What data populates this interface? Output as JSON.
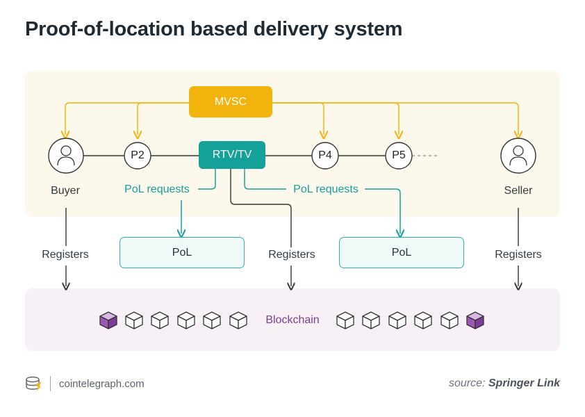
{
  "title": "Proof-of-location based delivery system",
  "nodes": {
    "mvsc": "MVSC",
    "rtv": "RTV/TV",
    "p2": "P2",
    "p4": "P4",
    "p5": "P5",
    "buyer": "Buyer",
    "seller": "Seller"
  },
  "labels": {
    "pol_requests_left": "PoL requests",
    "pol_requests_right": "PoL requests",
    "registers_buyer": "Registers",
    "registers_center": "Registers",
    "registers_seller": "Registers",
    "pol_left": "PoL",
    "pol_right": "PoL",
    "blockchain": "Blockchain"
  },
  "footer": {
    "brand": "cointelegraph.com",
    "source_label": "source:",
    "source_name": "Springer Link"
  },
  "colors": {
    "mvsc": "#f2b30c",
    "rtv": "#14a19a",
    "pol_border": "#2fb2aa",
    "block_highlight": "#9b59b6",
    "top_panel": "#fdf8ec",
    "bottom_panel": "#f7f0f7"
  },
  "icons": {
    "buyer": "person-icon",
    "seller": "person-icon",
    "block": "cube-icon",
    "logo": "coin-stack-icon"
  }
}
